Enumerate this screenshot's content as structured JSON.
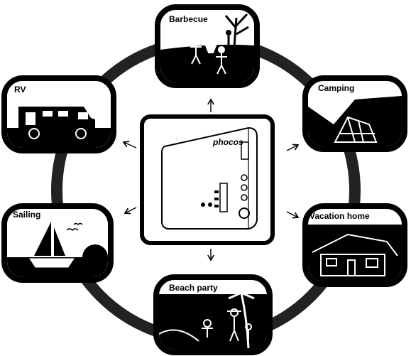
{
  "scenes": {
    "barbecue": {
      "label": "Barbecue"
    },
    "camping": {
      "label": "Camping"
    },
    "vacation_home": {
      "label": "Vacation home"
    },
    "beach_party": {
      "label": "Beach party"
    },
    "sailing": {
      "label": "Sailing"
    },
    "rv": {
      "label": "RV"
    }
  },
  "device": {
    "brand": "phocos"
  },
  "arrows": {
    "glyph": "→"
  },
  "colors": {
    "ring": "#222222",
    "frame": "#000000",
    "background": "#ffffff"
  }
}
